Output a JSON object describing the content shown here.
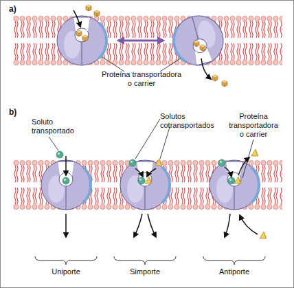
{
  "diagram": {
    "labels": [
      "a)",
      "Proteína transportadora o carrier",
      "b)",
      "Soluto transportado",
      "Solutos cotransportados",
      "Proteína transportadora o carrier",
      "Uniporte",
      "Simporte",
      "Antiporte"
    ]
  }
}
